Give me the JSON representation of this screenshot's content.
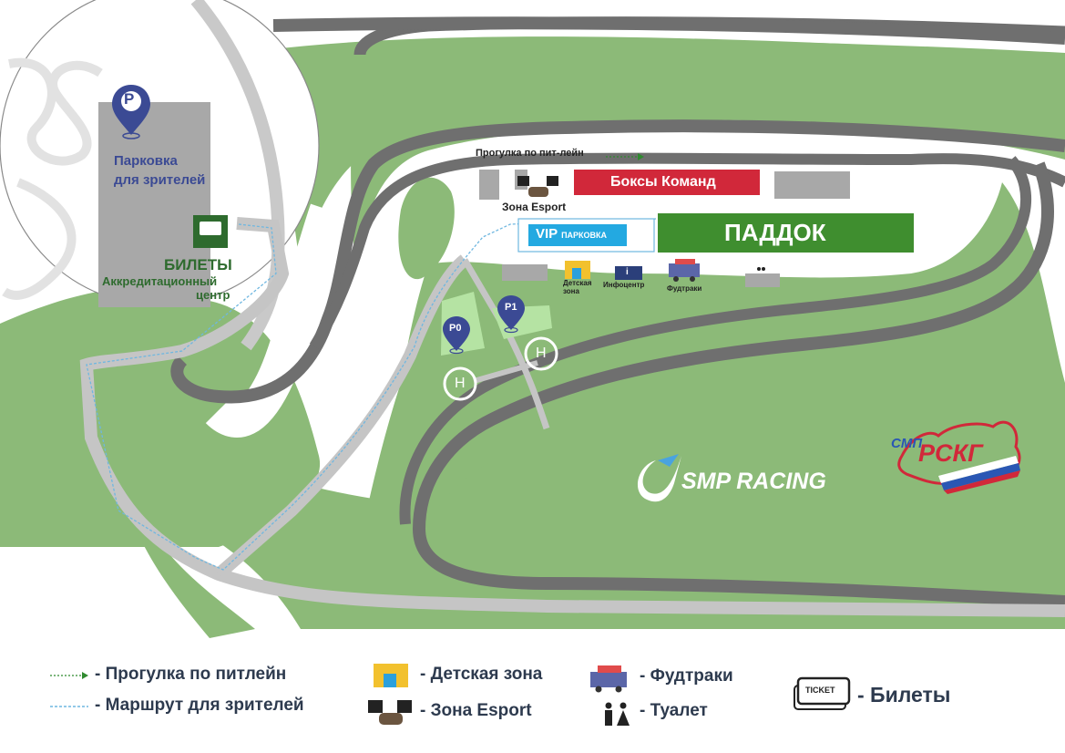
{
  "colors": {
    "grass": "#8cba78",
    "track": "#6f6f6f",
    "path": "#c5c5c5",
    "building": "#a8a8a8",
    "boxes": "#d1283a",
    "paddock": "#3f8e2f",
    "vip": "#23a9e1",
    "pin": "#3b4a94",
    "parking_text": "#3b4a94",
    "ticket_text": "#2e6b2e",
    "legend_text": "#2d3a4e",
    "pitlane_arrow": "#2f8a2f"
  },
  "labels": {
    "parking_letter": "P",
    "spectator_parking": [
      "Парковка",
      "для зрителей"
    ],
    "tickets_title": "БИЛЕТЫ",
    "tickets_sub": [
      "Аккредитационный",
      "центр"
    ],
    "pitlane_walk": "Прогулка по пит-лейн",
    "team_boxes": "Боксы Команд",
    "esport_zone": "Зона Esport",
    "vip_label": "VIP",
    "vip_small": "ПАРКОВКА",
    "paddock": "ПАДДОК",
    "kids_zone": [
      "Детская",
      "зона"
    ],
    "infocenter": "Инфоцентр",
    "foodtrucks": "Фудтраки",
    "info_symbol": "i",
    "p0": "P0",
    "p1": "P1",
    "helipad": "H",
    "smp_racing": "SMP RACING",
    "smp": "СМП",
    "rskg": "РСКГ"
  },
  "legend": {
    "pitlane": "- Прогулка по питлейн",
    "route": "- Маршрут для зрителей",
    "kids": "- Детская зона",
    "esport": "- Зона Esport",
    "food": "- Фудтраки",
    "toilet": "- Туалет",
    "tickets": "- Билеты",
    "ticket_word": "TICKET"
  }
}
